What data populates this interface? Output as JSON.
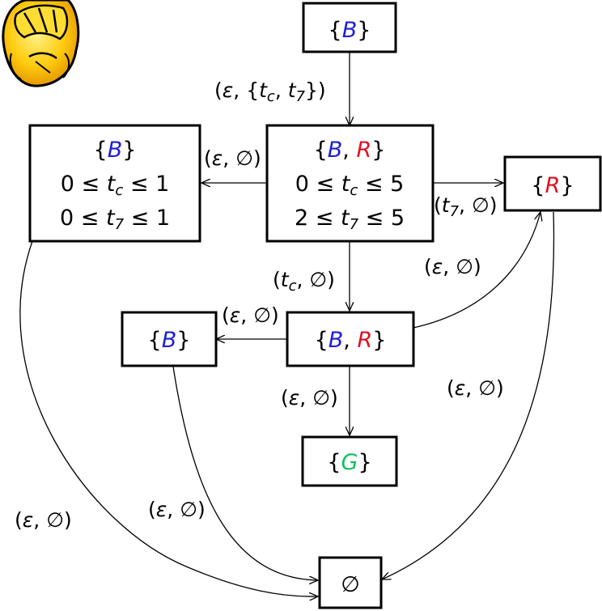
{
  "colors": {
    "blue": "#1f1fd6",
    "red": "#e01020",
    "green": "#10c060"
  },
  "mascot_icon": "cartoon-head-facepalm",
  "nodes": {
    "top": {
      "B": "B"
    },
    "left": {
      "B": "B",
      "lo1": "0",
      "hi1": "1",
      "lo2": "0",
      "hi2": "1",
      "t": "t",
      "c": "c",
      "seven": "7"
    },
    "center": {
      "B": "B",
      "R": "R",
      "lo1": "0",
      "hi1": "5",
      "lo2": "2",
      "hi2": "5",
      "t": "t",
      "c": "c",
      "seven": "7"
    },
    "right": {
      "R": "R"
    },
    "middle": {
      "B": "B",
      "R": "R"
    },
    "midleft": {
      "B": "B"
    },
    "green": {
      "G": "G"
    },
    "empty": {
      "symbol": "∅"
    }
  },
  "edges": {
    "top_center": {
      "eps": "ε",
      "t": "t",
      "c": "c",
      "seven": "7"
    },
    "center_left": {
      "eps": "ε",
      "empty": "∅"
    },
    "center_right": {
      "t": "t",
      "seven": "7",
      "empty": "∅"
    },
    "center_middle": {
      "t": "t",
      "c": "c",
      "empty": "∅"
    },
    "middle_right": {
      "eps": "ε",
      "empty": "∅"
    },
    "middle_midleft": {
      "eps": "ε",
      "empty": "∅"
    },
    "middle_green": {
      "eps": "ε",
      "empty": "∅"
    },
    "right_empty": {
      "eps": "ε",
      "empty": "∅"
    },
    "midleft_empty": {
      "eps": "ε",
      "empty": "∅"
    },
    "left_empty": {
      "eps": "ε",
      "empty": "∅"
    }
  },
  "symbols": {
    "le": "≤",
    "lbrace": "{",
    "rbrace": "}",
    "lparen": "(",
    "rparen": ")",
    "comma": ", "
  }
}
